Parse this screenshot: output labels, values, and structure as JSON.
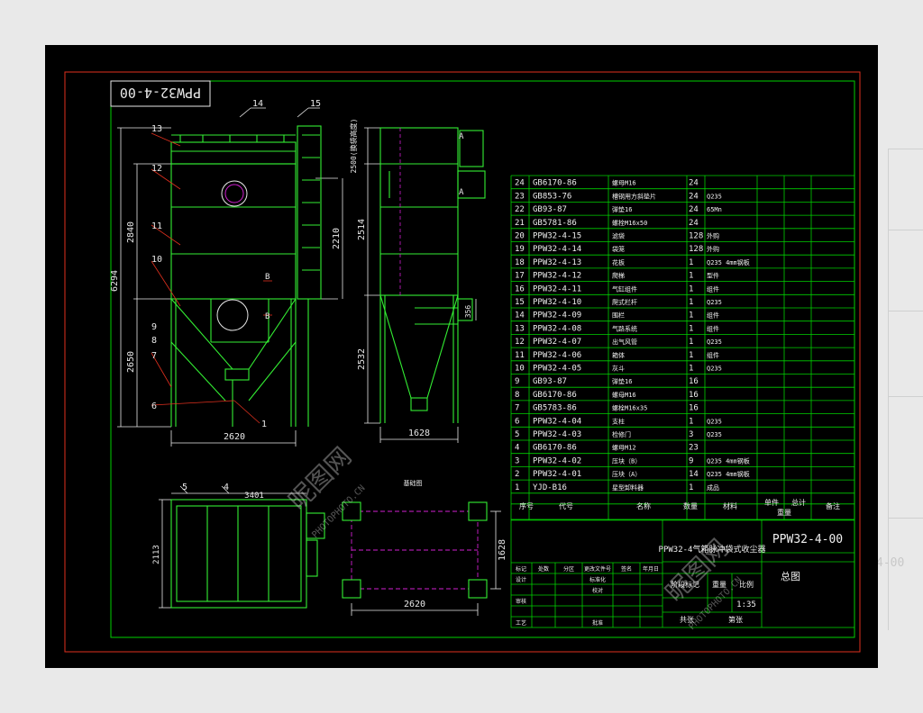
{
  "title_block": {
    "drawing_id_top": "PPW32-4-00",
    "drawing_number": "PPW32-4-00",
    "drawing_name": "PPW32-4气箱脉冲袋式收尘器",
    "drawing_title": "总图",
    "scale": "1:35",
    "labels": {
      "stage_mark": "阶段标记",
      "weight": "重量",
      "scale_label": "比例",
      "total_sheets": "共张",
      "sheet": "第张",
      "mark": "标记",
      "count": "处数",
      "zone": "分区",
      "change_doc": "更改文件号",
      "signature": "签名",
      "date": "年月日",
      "design": "设计",
      "standardize": "标准化",
      "review": "审核",
      "process": "工艺",
      "check": "校对",
      "approve": "批准"
    }
  },
  "parts_list": {
    "headers": {
      "no": "序号",
      "code": "代号",
      "name": "名称",
      "qty": "数量",
      "material": "材料",
      "unit_weight": "单件",
      "total_weight": "总计",
      "weight": "重量",
      "remark": "备注"
    },
    "rows": [
      {
        "no": "24",
        "code": "GB6170-86",
        "name": "螺母M16",
        "qty": "24",
        "material": ""
      },
      {
        "no": "23",
        "code": "GB853-76",
        "name": "槽钢用方斜垫片",
        "qty": "24",
        "material": "Q235"
      },
      {
        "no": "22",
        "code": "GB93-87",
        "name": "弹垫16",
        "qty": "24",
        "material": "65Mn"
      },
      {
        "no": "21",
        "code": "GB5781-86",
        "name": "螺栓M16x50",
        "qty": "24",
        "material": ""
      },
      {
        "no": "20",
        "code": "PPW32-4-15",
        "name": "滤袋",
        "qty": "128",
        "material": "外购"
      },
      {
        "no": "19",
        "code": "PPW32-4-14",
        "name": "袋笼",
        "qty": "128",
        "material": "外购"
      },
      {
        "no": "18",
        "code": "PPW32-4-13",
        "name": "花板",
        "qty": "1",
        "material": "Q235 4mm钢板"
      },
      {
        "no": "17",
        "code": "PPW32-4-12",
        "name": "爬梯",
        "qty": "1",
        "material": "型件"
      },
      {
        "no": "16",
        "code": "PPW32-4-11",
        "name": "气缸组件",
        "qty": "1",
        "material": "组件"
      },
      {
        "no": "15",
        "code": "PPW32-4-10",
        "name": "爬式栏杆",
        "qty": "1",
        "material": "Q235"
      },
      {
        "no": "14",
        "code": "PPW32-4-09",
        "name": "围栏",
        "qty": "1",
        "material": "组件"
      },
      {
        "no": "13",
        "code": "PPW32-4-08",
        "name": "气路系统",
        "qty": "1",
        "material": "组件"
      },
      {
        "no": "12",
        "code": "PPW32-4-07",
        "name": "出气风管",
        "qty": "1",
        "material": "Q235"
      },
      {
        "no": "11",
        "code": "PPW32-4-06",
        "name": "箱体",
        "qty": "1",
        "material": "组件"
      },
      {
        "no": "10",
        "code": "PPW32-4-05",
        "name": "灰斗",
        "qty": "1",
        "material": "Q235"
      },
      {
        "no": "9",
        "code": "GB93-87",
        "name": "弹垫16",
        "qty": "16",
        "material": ""
      },
      {
        "no": "8",
        "code": "GB6170-86",
        "name": "螺母M16",
        "qty": "16",
        "material": ""
      },
      {
        "no": "7",
        "code": "GB5783-86",
        "name": "螺栓M16x35",
        "qty": "16",
        "material": ""
      },
      {
        "no": "6",
        "code": "PPW32-4-04",
        "name": "支柱",
        "qty": "1",
        "material": "Q235"
      },
      {
        "no": "5",
        "code": "PPW32-4-03",
        "name": "检修门",
        "qty": "3",
        "material": "Q235"
      },
      {
        "no": "4",
        "code": "GB6170-86",
        "name": "螺母M12",
        "qty": "23",
        "material": ""
      },
      {
        "no": "3",
        "code": "PPW32-4-02",
        "name": "压块（B）",
        "qty": "9",
        "material": "Q235 4mm钢板"
      },
      {
        "no": "2",
        "code": "PPW32-4-01",
        "name": "压块（A）",
        "qty": "14",
        "material": "Q235 4mm钢板"
      },
      {
        "no": "1",
        "code": "YJD-B16",
        "name": "星型卸料器",
        "qty": "1",
        "material": "成品"
      }
    ]
  },
  "front_view": {
    "part_numbers": [
      "13",
      "12",
      "11",
      "10",
      "9",
      "8",
      "7",
      "6",
      "1",
      "14",
      "15"
    ],
    "dims": {
      "overall_height": "6294",
      "upper_height": "2840",
      "lower_height": "2650",
      "body_height": "2210",
      "width": "2620",
      "section_mark": "B"
    }
  },
  "side_view": {
    "dims": {
      "top_clearance": "2500(换袋高度)",
      "upper_height": "2514",
      "lower_height": "2532",
      "width": "1628",
      "outlet": "356",
      "section_mark": "A"
    }
  },
  "plan_view": {
    "part_numbers": [
      "5",
      "4"
    ],
    "dims": {
      "length": "3401",
      "depth": "2113"
    }
  },
  "foundation_view": {
    "title": "基础图",
    "dims": {
      "width": "2620",
      "depth": "1628"
    }
  },
  "watermarks": {
    "brand": "昵图网",
    "url": "PHOTOPHOTO.CN",
    "bg_text": "4-00"
  },
  "colors": {
    "background": "#000000",
    "frame": "#00d000",
    "parts_list_text": "#f0f0f0",
    "drawing_lines": "#33ee33",
    "dimension_lines": "#e8e8e8",
    "hidden_lines": "#d020d0",
    "accent": "#19c8ff"
  }
}
